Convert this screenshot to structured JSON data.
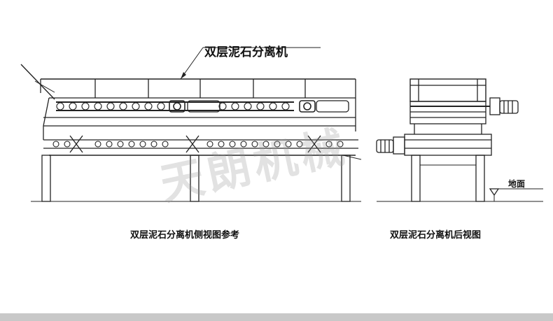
{
  "labels": {
    "main_title": "双层泥石分离机",
    "side_caption": "双层泥石分离机侧视图参考",
    "rear_caption": "双层泥石分离机后视图",
    "ground_label": "地面",
    "watermark": "天朗机械"
  }
}
